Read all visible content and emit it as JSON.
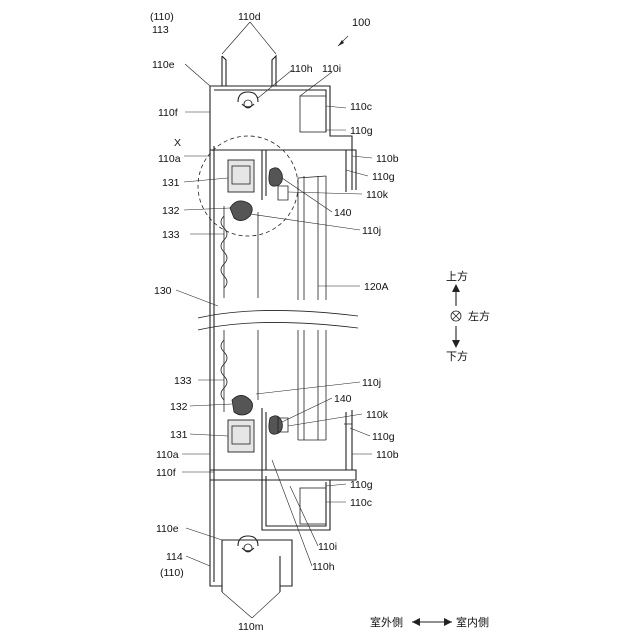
{
  "figure": {
    "ref_number": "100",
    "detail_label": "X",
    "labels": {
      "l110_top": "(110)",
      "l113": "113",
      "l110d": "110d",
      "l110e_top": "110e",
      "l110h_top": "110h",
      "l110i_top": "110i",
      "l110f_top": "110f",
      "l110c_top": "110c",
      "l110g_top1": "110g",
      "l110a_top": "110a",
      "l110b_top": "110b",
      "l110g_top2": "110g",
      "l131_top": "131",
      "l110k_top": "110k",
      "l132_top": "132",
      "l140_top": "140",
      "l110j_top": "110j",
      "l133_top": "133",
      "l130": "130",
      "l120A": "120A",
      "l133_bot": "133",
      "l110j_bot": "110j",
      "l132_bot": "132",
      "l140_bot": "140",
      "l110k_bot": "110k",
      "l131_bot": "131",
      "l110g_bot1": "110g",
      "l110a_bot": "110a",
      "l110b_bot": "110b",
      "l110f_bot": "110f",
      "l110g_bot2": "110g",
      "l110c_bot": "110c",
      "l110e_bot": "110e",
      "l110i_bot": "110i",
      "l114": "114",
      "l110_bot": "(110)",
      "l110h_bot": "110h",
      "l110m": "110m"
    },
    "compass": {
      "up": "上方",
      "left": "左方",
      "down": "下方"
    },
    "direction": {
      "outdoor": "室外側",
      "indoor": "室内側"
    }
  }
}
